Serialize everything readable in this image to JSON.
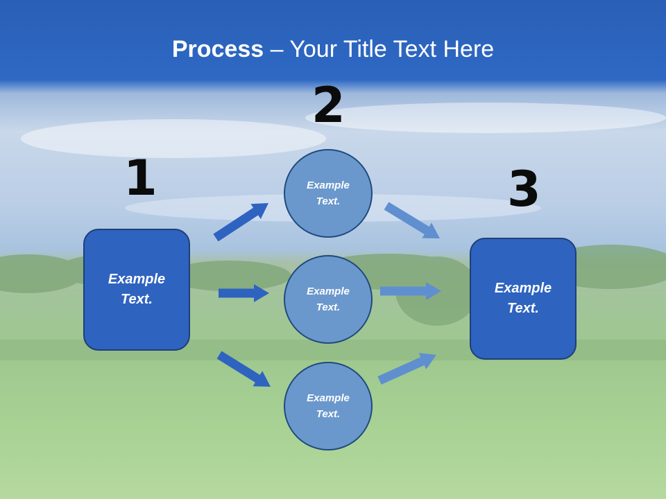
{
  "slide": {
    "title_bold": "Process",
    "title_rest": " – Your Title Text Here"
  },
  "steps": [
    {
      "number": "1",
      "label": "Example Text."
    },
    {
      "number": "2",
      "label_top": "Example Text.",
      "label_middle": "Example Text.",
      "label_bottom": "Example Text."
    },
    {
      "number": "3",
      "label": "Example Text."
    }
  ],
  "colors": {
    "header_blue": "#2e69c4",
    "box_fill": "#2e63c0",
    "circle_fill": "#6b98cc",
    "arrow_dark": "#2e63c0",
    "arrow_light": "#5f8fcf"
  }
}
